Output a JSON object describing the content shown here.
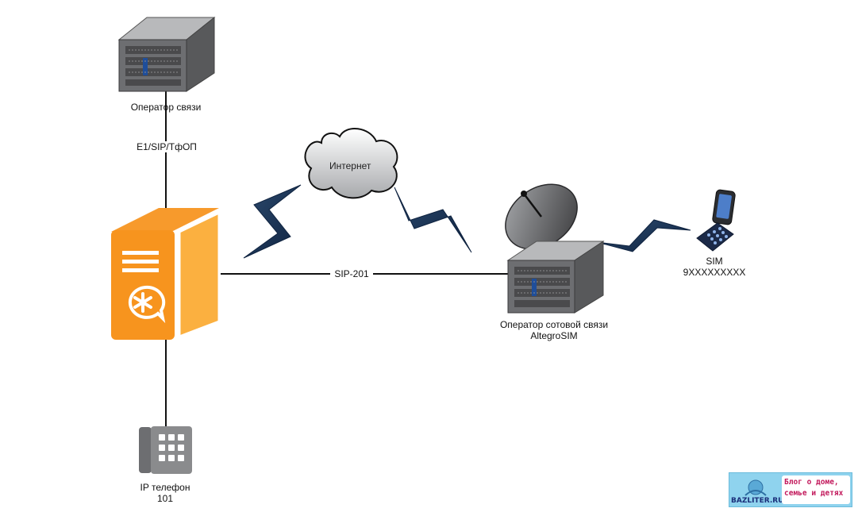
{
  "nodes": {
    "operator": {
      "label": "Оператор связи"
    },
    "cloud": {
      "label": "Интернет"
    },
    "mobile_operator": {
      "label_line1": "Оператор сотовой связи",
      "label_line2": "AltegroSIM"
    },
    "phone": {
      "label_line1": "SIM",
      "label_line2": "9XXXXXXXXX"
    },
    "ip_phone": {
      "label_line1": "IP телефон",
      "label_line2": "101"
    }
  },
  "links": {
    "operator_pbx": "E1/SIP/ТфОП",
    "pbx_mobile": "SIP-201"
  },
  "watermark": {
    "site": "BAZLITER.RU",
    "tagline_line1": "Блог о доме,",
    "tagline_line2": "семье и детях"
  },
  "colors": {
    "pbx_orange": "#f7941e",
    "pbx_orange_light": "#fbb040",
    "server_gray": "#6d6e71",
    "bolt_navy": "#1e3a5f"
  },
  "icons": [
    "server-icon",
    "cloud-icon",
    "asterisk-pbx-icon",
    "satellite-dish-icon",
    "mobile-phone-icon",
    "ip-phone-icon",
    "lightning-bolt-icon"
  ]
}
